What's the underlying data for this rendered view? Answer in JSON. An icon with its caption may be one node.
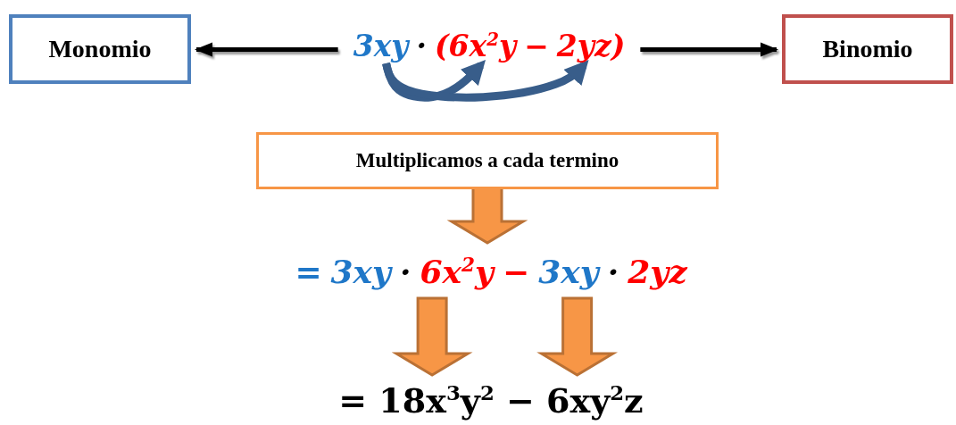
{
  "diagram": {
    "nodes": [
      {
        "text": [
          "Monomio"
        ]
      },
      {
        "text": [
          "3xy"
        ]
      },
      {
        "text": [
          "(6x$^{2}$y"
        ]
      },
      {
        "text": [
          "2yz)"
        ]
      },
      {
        "text": [
          "Binomio"
        ]
      },
      {
        "text": [
          "Multiplicamos a cada termino"
        ]
      },
      {
        "text": [
          "=",
          "3xy",
          "·",
          "6x$^{2}$y",
          "−",
          "3xy",
          "·",
          "2yz"
        ]
      },
      {
        "text": [
          "= 18x$^{3}$y$^{2}$ − 6xy$^{2}$z"
        ]
      }
    ],
    "edges": [
      {
        "from": 1,
        "to": 0,
        "arrow": "to"
      },
      {
        "from": 3,
        "to": 4,
        "arrow": "to"
      },
      {
        "from": 1,
        "to": 2,
        "arrow": "to",
        "style": "thick",
        "color": "#385d8a"
      },
      {
        "from": 1,
        "to": 3,
        "arrow": "to",
        "style": "thick",
        "color": "#385d8a"
      },
      {
        "from": 5,
        "to": 6,
        "arrow": "to",
        "style": "thick",
        "color": "#f79646"
      },
      {
        "from": 6,
        "to": 7,
        "arrow": "to",
        "style": "thick",
        "color": "#f79646"
      },
      {
        "from": 6,
        "to": 7,
        "arrow": "to",
        "style": "thick",
        "color": "#f79646"
      }
    ],
    "labels": [
      "·",
      "−"
    ]
  }
}
